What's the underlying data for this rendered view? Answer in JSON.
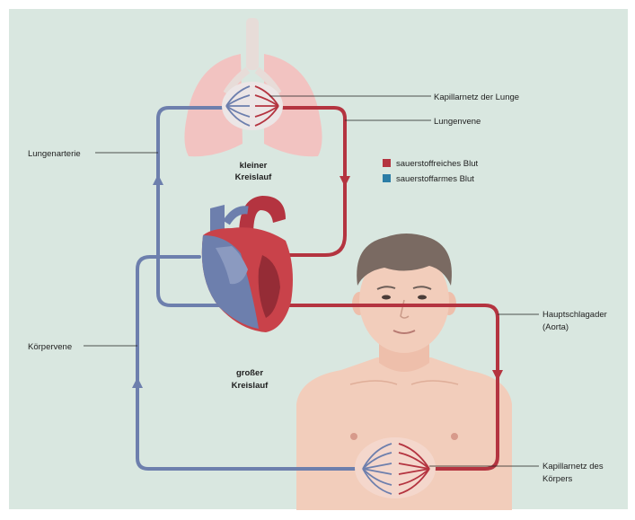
{
  "colors": {
    "background": "#d9e7e0",
    "oxygen_rich": "#b43440",
    "oxygen_poor": "#6d7fad",
    "legend_poor_swatch": "#2b7da6",
    "lung": "#f2c3c1",
    "skin": "#f2cdbb",
    "hair": "#7a6a62"
  },
  "legend": {
    "rich_label": "sauerstoffreiches Blut",
    "poor_label": "sauerstoffarmes Blut"
  },
  "labels": {
    "kapillarnetz_lunge": "Kapillarnetz der Lunge",
    "lungenvene": "Lungenvene",
    "lungenarterie": "Lungenarterie",
    "hauptschlagader_1": "Hauptschlagader",
    "hauptschlagader_2": "(Aorta)",
    "koerpervene": "Körpervene",
    "kapillarnetz_koerper_1": "Kapillarnetz des",
    "kapillarnetz_koerper_2": "Körpers"
  },
  "circuits": {
    "kleiner_1": "kleiner",
    "kleiner_2": "Kreislauf",
    "grosser_1": "großer",
    "grosser_2": "Kreislauf"
  },
  "icons": {
    "lungs": "lungs-illustration",
    "heart": "heart-illustration",
    "person": "person-illustration"
  }
}
